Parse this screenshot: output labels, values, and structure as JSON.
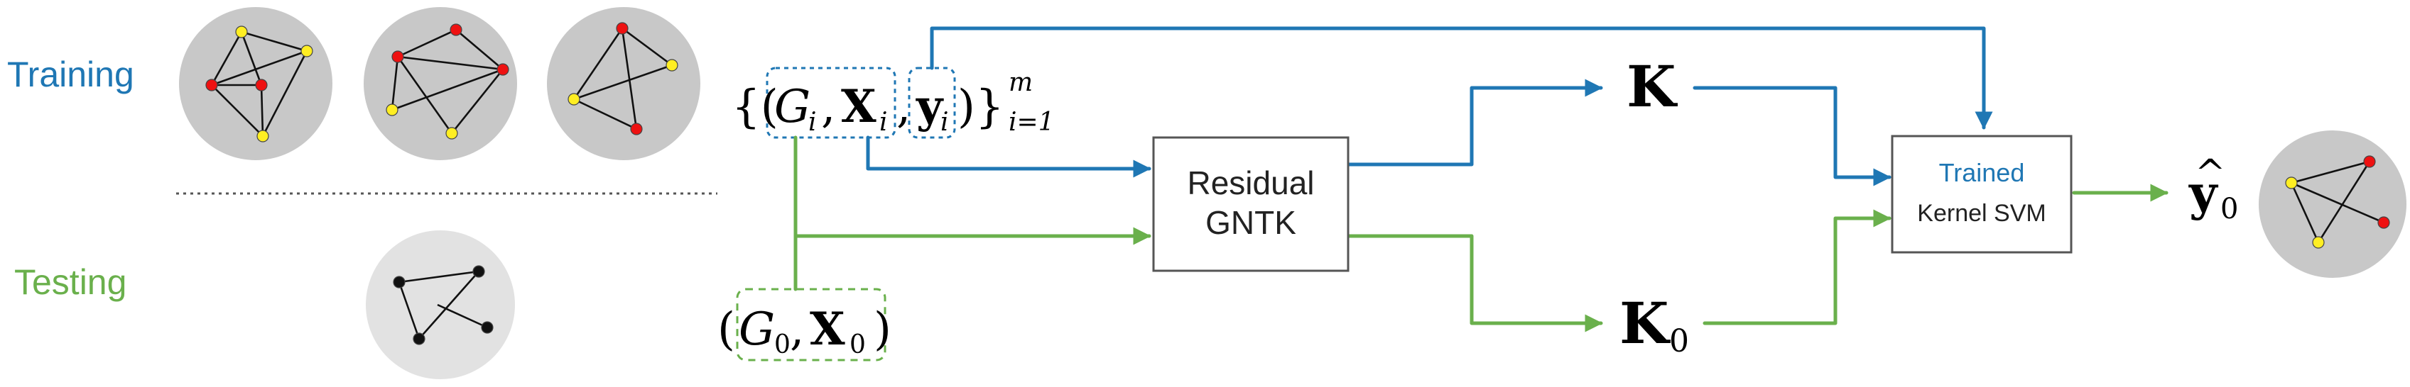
{
  "labels": {
    "training": "Training",
    "testing": "Testing"
  },
  "boxes": {
    "gntk_line1": "Residual",
    "gntk_line2": "GNTK",
    "svm_line1": "Trained",
    "svm_line2": "Kernel SVM"
  },
  "math": {
    "train_open": "{(",
    "train_g": "G",
    "train_g_sub": "i",
    "sep1": ",",
    "train_x": "X",
    "train_x_sub": "i",
    "sep2": ",",
    "train_y": "y",
    "train_y_sub": "i",
    "train_close": ")}",
    "train_sub": "i=1",
    "train_sup": "m",
    "test_open": "(",
    "test_g": "G",
    "test_g_sub": "0",
    "test_sep": ",",
    "test_x": "X",
    "test_x_sub": "0",
    "test_close": ")",
    "k": "K",
    "k0": "K",
    "k0_sub": "0",
    "y0": "y",
    "y0_hat": "^",
    "y0_sub": "0"
  },
  "colors": {
    "training": "#1f77b4",
    "testing": "#6ab04c",
    "node_red": "#ee1111",
    "node_yellow": "#ffee22",
    "node_black": "#111111",
    "circle_train": "#c8c8c8",
    "circle_test": "#e2e2e2",
    "box_stroke": "#555555"
  }
}
